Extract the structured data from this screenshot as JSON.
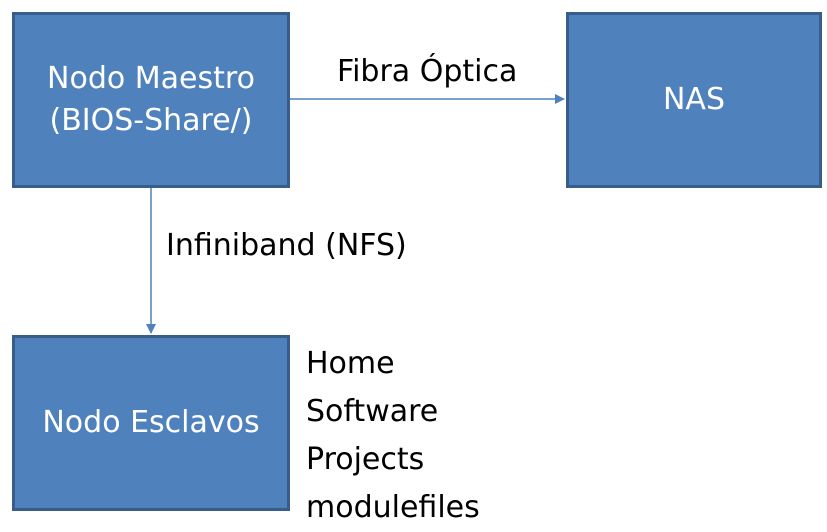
{
  "nodes": {
    "master": {
      "line1": "Nodo Maestro",
      "line2": "(BIOS-Share/)"
    },
    "nas": {
      "label": "NAS"
    },
    "slaves": {
      "label": "Nodo Esclavos"
    }
  },
  "edges": {
    "fibra": {
      "label": "Fibra Óptica"
    },
    "infiniband": {
      "label": "Infiniband (NFS)"
    }
  },
  "shared_dirs": [
    "Home",
    "Software",
    "Projects",
    "modulefiles"
  ],
  "colors": {
    "box_fill": "#4f81bd",
    "box_border": "#385d8a",
    "connector": "#4f81bd"
  }
}
